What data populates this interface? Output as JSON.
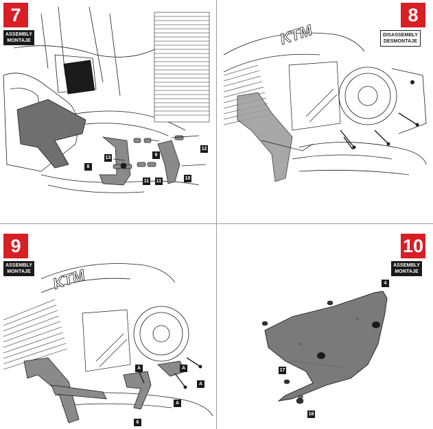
{
  "panels": [
    {
      "step": "7",
      "mode_label_en": "ASSEMBLY",
      "mode_label_es": "MONTAJE",
      "callouts": [
        "8",
        "13",
        "9",
        "12",
        "11",
        "11",
        "10"
      ]
    },
    {
      "step": "8",
      "mode_label_en": "DISASSEMBLY",
      "mode_label_es": "DESMONTAJE",
      "callouts": []
    },
    {
      "step": "9",
      "mode_label_en": "ASSEMBLY",
      "mode_label_es": "MONTAJE",
      "callouts": [
        "A",
        "A",
        "A",
        "A",
        "6"
      ]
    },
    {
      "step": "10",
      "mode_label_en": "ASSEMBLY",
      "mode_label_es": "MONTAJE",
      "callouts": [
        "4",
        "17",
        "16"
      ]
    }
  ],
  "brand_mark": "KTM",
  "colors": {
    "step_badge": "#d81f26",
    "tag_dark": "#1a1a1a",
    "highlighted_part": "#6f6f6f",
    "line_art": "#1a1a1a"
  },
  "icons": [
    "motorcycle-engine-illustration",
    "skid-plate-illustration",
    "bolt-icon",
    "spacer-icon"
  ]
}
